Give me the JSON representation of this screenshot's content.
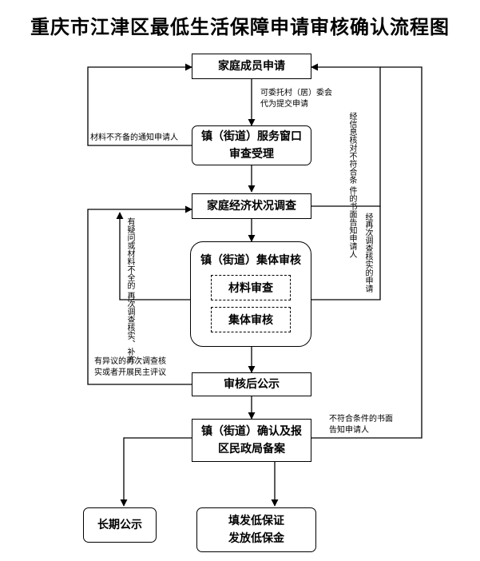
{
  "title": "重庆市江津区最低生活保障申请审核确认流程图",
  "nodes": {
    "family_apply": "家庭成员申请",
    "window_review": [
      "镇（街道）服务窗口",
      "审查受理"
    ],
    "econ_survey": "家庭经济状况调查",
    "collective_review": "镇（街道）集体审核",
    "material_check": "材料审查",
    "collective_check": "集体审核",
    "post_publicity": "审核后公示",
    "confirm_record": [
      "镇（街道）确认及报",
      "区民政局备案"
    ],
    "long_publicity": "长期公示",
    "issue": [
      "填发低保证",
      "发放低保金"
    ]
  },
  "labels": {
    "entrust": [
      "可委托村（居）委会",
      "代为提交申请"
    ],
    "incomplete_notice": "材料不齐备的通知申请人",
    "verified_not_qualified": [
      "经信息核对不符合条",
      "件的书面告知申请人"
    ],
    "resurvey_not_qualified": "经再次调查核实的申请",
    "doubt_resurvey": [
      "有疑问或材料不全的",
      "再次调查核实、补齐"
    ],
    "objection_resurvey": [
      "有异议的再次调查核",
      "实或者开展民主评议"
    ],
    "not_qualified_notice": [
      "不符合条件的书面",
      "告知申请人"
    ]
  }
}
